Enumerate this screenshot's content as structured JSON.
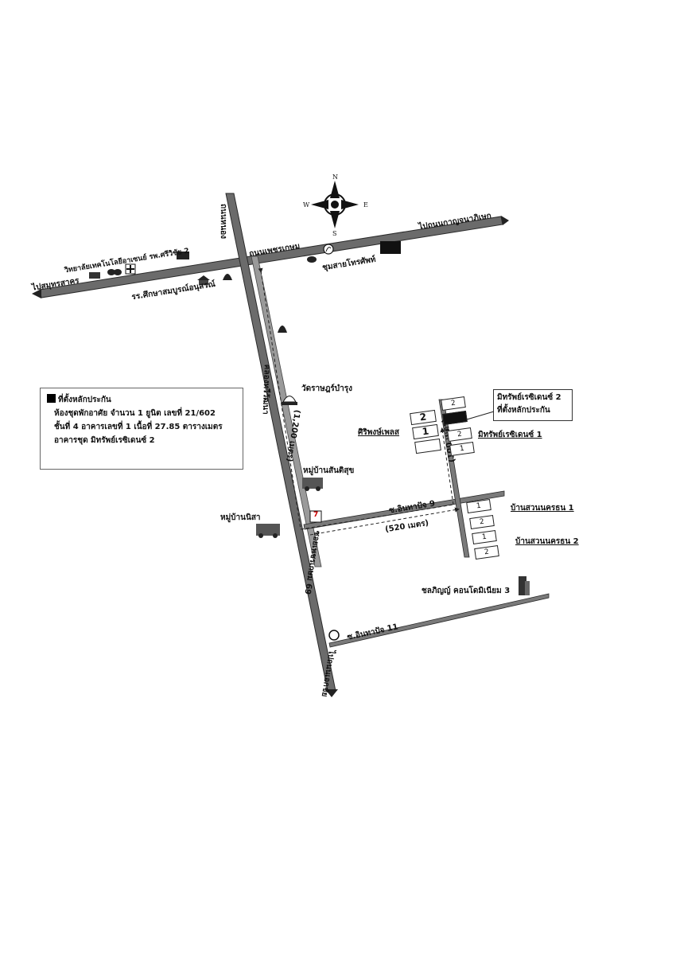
{
  "compass": {
    "n": "N",
    "s": "S",
    "e": "E",
    "w": "W"
  },
  "roads": {
    "phetkasem": "ถนนเพชรเกษม",
    "to_samut_sakhon": "ไปสมุทรสาคร",
    "to_kanchanaphisek": "ไปถนนกาญจนาภิเษก",
    "road_vertical_top": "ถนนหนอง",
    "khlong": "คลองทวีวัฒนา",
    "soi_inthapa_9": "ซ.อินทาปัจ 9",
    "soi_inthapa_11": "ซ.อินทาปัจ 11",
    "soi_69": "ซอยเพชรเกษม 69",
    "to_nong_khaem": "ไปถนนเอกชัย"
  },
  "distances": {
    "d1200": "(1,200 เมตร)",
    "d100": "(100 เมตร)",
    "d520": "(520 เมตร)"
  },
  "landmarks": {
    "college": "วิทยาลัยเทคโนโลยีอาเซนย์ รพ.ศรีวิชัย 2",
    "school": "รร.ศึกษาสมบูรณ์อนุสรณ์",
    "telephone": "ชุมสายโทรศัพท์",
    "temple": "วัดราษฎร์บำรุง",
    "village_santisuk": "หมู่บ้านสันติสุข",
    "village_nisa": "หมู่บ้านนิสา",
    "siriphong": "ศิริพงษ์เพลส",
    "mitsap2": "มิทรัพย์เรซิเดนซ์ 2",
    "target": "ที่ตั้งหลักประกัน",
    "mitsap1": "มิทรัพย์เรซิเดนซ์ 1",
    "suan_nakhon_1": "บ้านสวนนครธน 1",
    "suan_nakhon_2": "บ้านสวนนครธน 2",
    "condo": "ชลภิญญ์ คอนโดมิเนียม 3",
    "seven_eleven": "7"
  },
  "buildings": {
    "siri_top": "2",
    "siri_mid": "1",
    "mit2_top": "2",
    "mit1_a": "2",
    "mit1_b": "1",
    "sn1_a": "1",
    "sn1_b": "2",
    "sn2_a": "1",
    "sn2_b": "2"
  },
  "legend": {
    "title": "ที่ตั้งหลักประกัน",
    "line1": "ห้องชุดพักอาศัย จำนวน 1 ยูนิต เลขที่ 21/602",
    "line2": "ชั้นที่ 4 อาคารเลขที่ 1 เนื้อที่ 27.85 ตารางเมตร",
    "line3": "อาคารชุด มิทรัพย์เรซิเดนซ์ 2"
  },
  "colors": {
    "road": "#6b6b6b",
    "road_edge": "#3a3a3a",
    "target": "#000000"
  }
}
